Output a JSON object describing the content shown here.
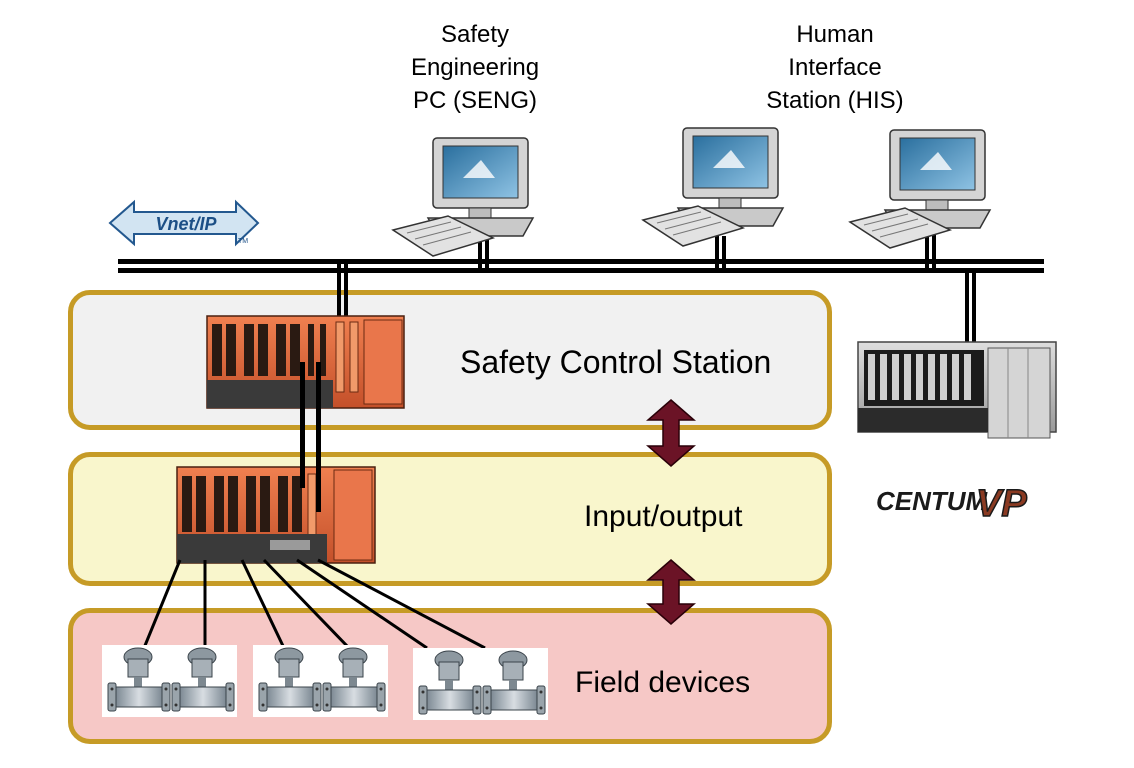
{
  "workstations": {
    "seng_label": "Safety\nEngineering\nPC (SENG)",
    "his_label": "Human\nInterface\nStation (HIS)"
  },
  "network": {
    "logo_text": "Vnet/IP",
    "logo_tm": "TM"
  },
  "layers": {
    "safety_control_station": "Safety Control Station",
    "input_output": "Input/output",
    "field_devices": "Field devices"
  },
  "centum": {
    "logo_text": "CENTUM",
    "logo_suffix": "VP"
  },
  "colors": {
    "panel_border": "#c69b26",
    "scs_fill": "#f1f1f1",
    "io_fill": "#f9f6cc",
    "field_fill": "#f6c8c6",
    "arrow": "#6b1326",
    "controller_orange": "#e0683a",
    "network_line": "#000000"
  }
}
